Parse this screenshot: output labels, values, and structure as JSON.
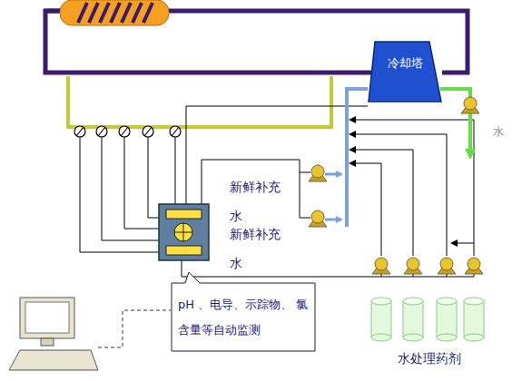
{
  "diagram": {
    "nodes": [
      {
        "text": [
          "冷却塔"
        ]
      },
      {
        "text": [
          "pH 、电导、示踪物、 氯含量等自动监测"
        ]
      }
    ],
    "labels": [
      "新鲜补充 水",
      "新鲜补充 水",
      "水",
      "水处理药剂"
    ]
  }
}
